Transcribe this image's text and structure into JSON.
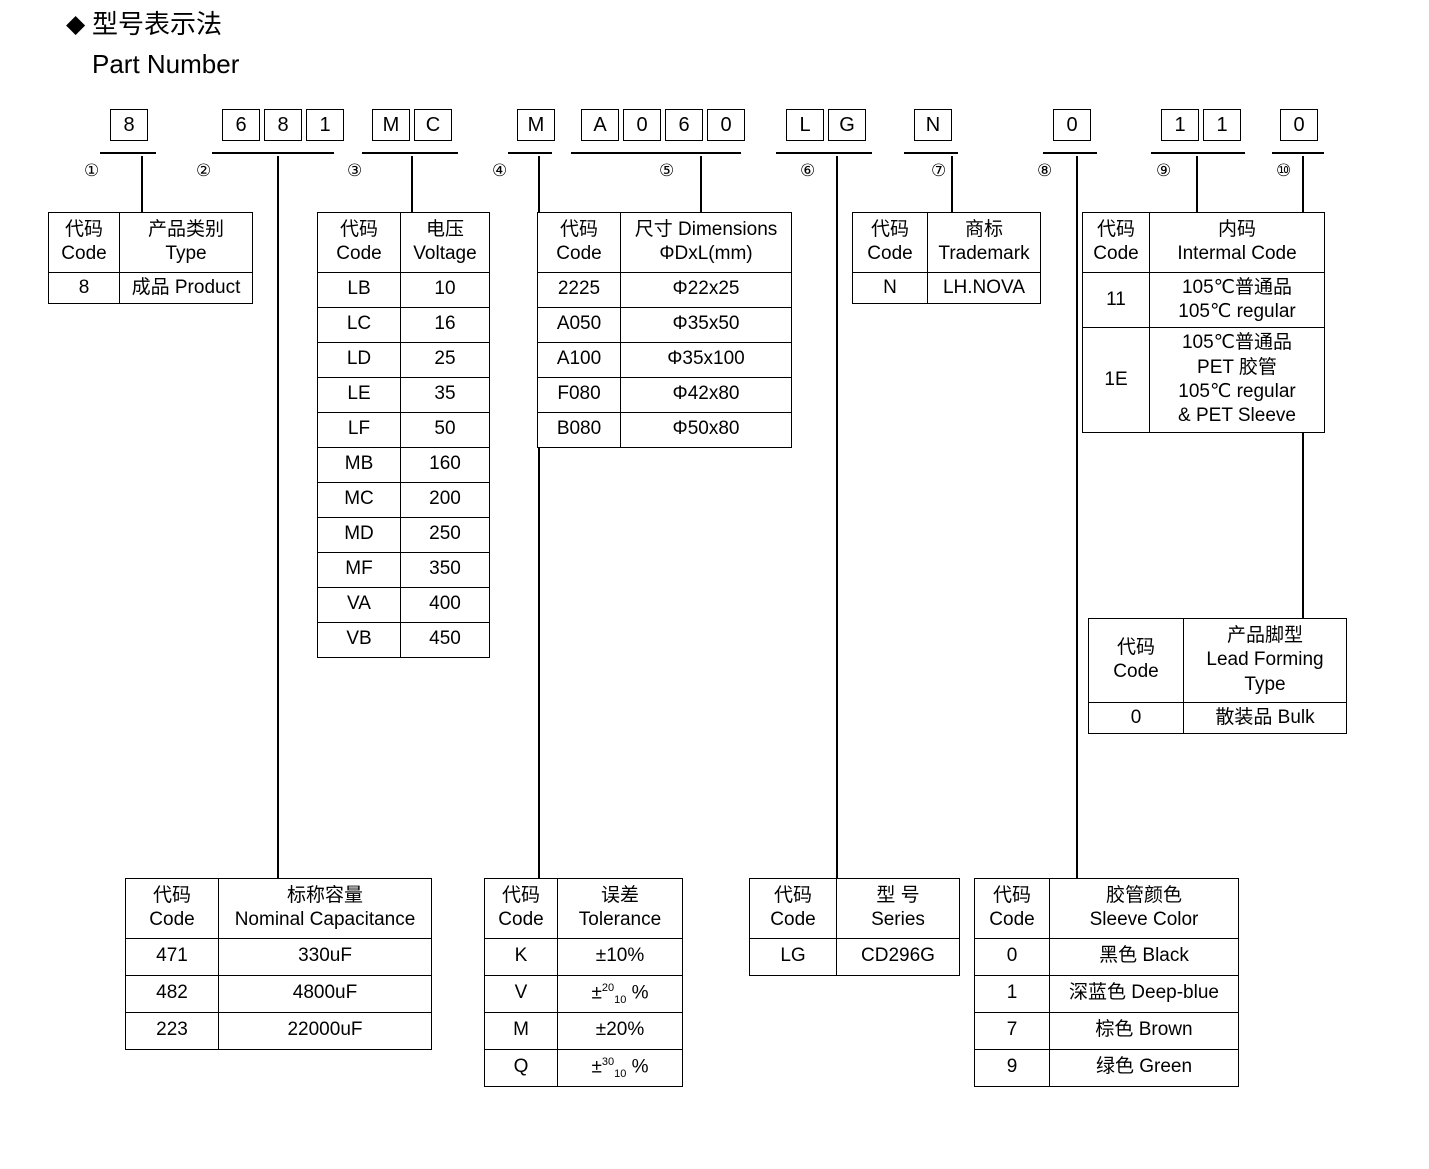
{
  "heading": {
    "diamond": "◆",
    "cn": "型号表示法",
    "en": "Part Number"
  },
  "part_number": {
    "groups": [
      {
        "index": "①",
        "chars": [
          "8"
        ]
      },
      {
        "index": "②",
        "chars": [
          "6",
          "8",
          "1"
        ]
      },
      {
        "index": "③",
        "chars": [
          "M",
          "C"
        ]
      },
      {
        "index": "④",
        "chars": [
          "M"
        ]
      },
      {
        "index": "⑤",
        "chars": [
          "A",
          "0",
          "6",
          "0"
        ]
      },
      {
        "index": "⑥",
        "chars": [
          "L",
          "G"
        ]
      },
      {
        "index": "⑦",
        "chars": [
          "N"
        ]
      },
      {
        "index": "⑧",
        "chars": [
          "0"
        ]
      },
      {
        "index": "⑨",
        "chars": [
          "1",
          "1"
        ]
      },
      {
        "index": "⑩",
        "chars": [
          "0"
        ]
      }
    ]
  },
  "tables": {
    "type": {
      "header_code_cn": "代码",
      "header_code_en": "Code",
      "header_value_cn": "产品类别",
      "header_value_en": "Type",
      "rows": [
        {
          "code": "8",
          "value": "成品 Product"
        }
      ]
    },
    "voltage": {
      "header_code_cn": "代码",
      "header_code_en": "Code",
      "header_value_cn": "电压",
      "header_value_en": "Voltage",
      "rows": [
        {
          "code": "LB",
          "value": "10"
        },
        {
          "code": "LC",
          "value": "16"
        },
        {
          "code": "LD",
          "value": "25"
        },
        {
          "code": "LE",
          "value": "35"
        },
        {
          "code": "LF",
          "value": "50"
        },
        {
          "code": "MB",
          "value": "160"
        },
        {
          "code": "MC",
          "value": "200"
        },
        {
          "code": "MD",
          "value": "250"
        },
        {
          "code": "MF",
          "value": "350"
        },
        {
          "code": "VA",
          "value": "400"
        },
        {
          "code": "VB",
          "value": "450"
        }
      ]
    },
    "dimensions": {
      "header_code_cn": "代码",
      "header_code_en": "Code",
      "header_value_cn": "尺寸 Dimensions",
      "header_value_en": "ΦDxL(mm)",
      "rows": [
        {
          "code": "2225",
          "value": "Φ22x25"
        },
        {
          "code": "A050",
          "value": "Φ35x50"
        },
        {
          "code": "A100",
          "value": "Φ35x100"
        },
        {
          "code": "F080",
          "value": "Φ42x80"
        },
        {
          "code": "B080",
          "value": "Φ50x80"
        }
      ]
    },
    "trademark": {
      "header_code_cn": "代码",
      "header_code_en": "Code",
      "header_value_cn": "商标",
      "header_value_en": "Trademark",
      "rows": [
        {
          "code": "N",
          "value": "LH.NOVA"
        }
      ]
    },
    "internal_code": {
      "header_code_cn": "代码",
      "header_code_en": "Code",
      "header_value_cn": "内码",
      "header_value_en": "Intermal Code",
      "rows": [
        {
          "code": "11",
          "line1": "105℃普通品",
          "line2": "105℃  regular",
          "line3": "",
          "line4": ""
        },
        {
          "code": "1E",
          "line1": "105℃普通品",
          "line2": "PET 胶管",
          "line3": "105℃  regular",
          "line4": "& PET Sleeve"
        }
      ]
    },
    "lead_forming": {
      "header_code_cn": "代码",
      "header_code_en": "Code",
      "header_value_cn": "产品脚型",
      "header_value_en": "Lead Forming",
      "header_value_en2": "Type",
      "rows": [
        {
          "code": "0",
          "value": "散装品 Bulk"
        }
      ]
    },
    "capacitance": {
      "header_code_cn": "代码",
      "header_code_en": "Code",
      "header_value_cn": "标称容量",
      "header_value_en": "Nominal Capacitance",
      "rows": [
        {
          "code": "471",
          "value": "330uF"
        },
        {
          "code": "482",
          "value": "4800uF"
        },
        {
          "code": "223",
          "value": "22000uF"
        }
      ]
    },
    "tolerance": {
      "header_code_cn": "代码",
      "header_code_en": "Code",
      "header_value_cn": "误差",
      "header_value_en": "Tolerance",
      "rows": [
        {
          "code": "K",
          "value": "±10%",
          "sup": "",
          "sub": ""
        },
        {
          "code": "V",
          "value": "",
          "sup": "20",
          "sub": "10"
        },
        {
          "code": "M",
          "value": "±20%",
          "sup": "",
          "sub": ""
        },
        {
          "code": "Q",
          "value": "",
          "sup": "30",
          "sub": "10"
        }
      ]
    },
    "series": {
      "header_code_cn": "代码",
      "header_code_en": "Code",
      "header_value_cn": "型 号",
      "header_value_en": "Series",
      "rows": [
        {
          "code": "LG",
          "value": "CD296G"
        }
      ]
    },
    "sleeve_color": {
      "header_code_cn": "代码",
      "header_code_en": "Code",
      "header_value_cn": "胶管颜色",
      "header_value_en": "Sleeve Color",
      "rows": [
        {
          "code": "0",
          "value": "黑色 Black"
        },
        {
          "code": "1",
          "value": "深蓝色 Deep-blue"
        },
        {
          "code": "7",
          "value": "棕色 Brown"
        },
        {
          "code": "9",
          "value": "绿色 Green"
        }
      ]
    }
  }
}
